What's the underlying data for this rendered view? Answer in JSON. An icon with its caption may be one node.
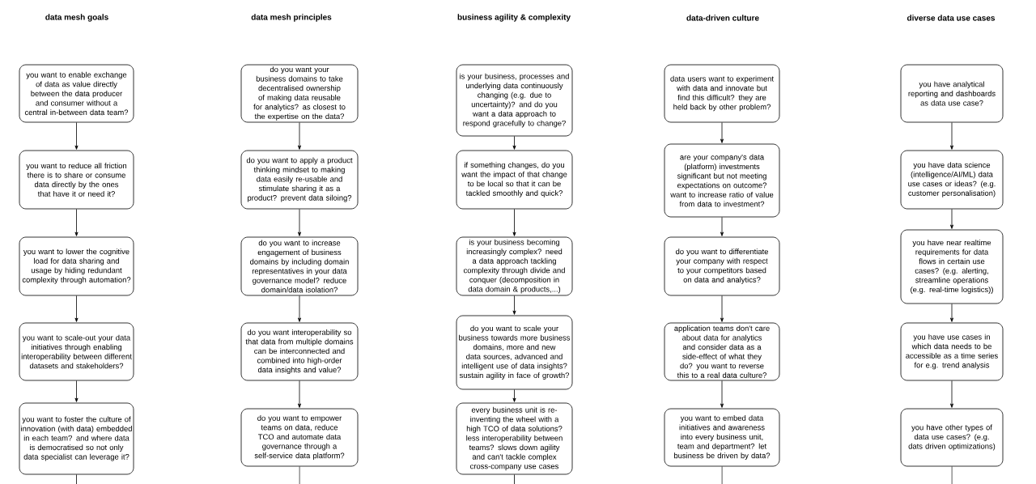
{
  "diagram": {
    "nodes": [
      {
        "text": [
          "you want to enable exchange of data as value directly between the data producer and consumer without a central in-between data team?"
        ]
      },
      {
        "text": [
          "you want to reduce all friction there is to share or consume data directly by the ones that have it or need it?"
        ]
      },
      {
        "text": [
          "you want to lower the cognitive load for data sharing and usage by hiding redundant complexity through automation?"
        ]
      },
      {
        "text": [
          "you want to scale-out your data initiatives through enabling interoperability between different datasets and stakeholders?"
        ]
      },
      {
        "text": [
          "you want to foster the culture of innovation (with data) embedded in each team? and where data is democratised so not only data specialist can leverage it?"
        ]
      },
      {
        "text": [
          "do you want your business domains to take decentralised ownership of making data reusable for analytics? as closest to the expertise on the data?"
        ]
      },
      {
        "text": [
          "do you want to apply a product thinking mindset to making data easily re-usable and stimulate sharing it as a product? prevent data siloing?"
        ]
      },
      {
        "text": [
          "do you want to  increase engagement of business domains by including domain representatives in your data governance model? reduce domain/data isolation?"
        ]
      },
      {
        "text": [
          "do you want interoperability so that data from multiple domains can be interconnected and combined into high-order data insights and value?"
        ]
      },
      {
        "text": [
          "do you want to empower teams on data, reduce TCO and automate data governance through a self-service data platform?"
        ]
      },
      {
        "text": [
          "is your business, processes and underlying data continuously changing (e.g. due to uncertainty)? and do you want a data approach  to respond gracefully to change?"
        ]
      },
      {
        "text": [
          "if something changes, do you want the impact of that change to be local so that it can be tackled smoothly and quick?"
        ]
      },
      {
        "text": [
          "is your business becoming increasingly complex? need a data approach tackling complexity through divide and conquer (decomposition in data domain & products,...)"
        ]
      },
      {
        "text": [
          "do you want to scale your business towards more business domains, more and new data sources, advanced and intelligent use of data insights? sustain agility in face of growth?"
        ]
      },
      {
        "text": [
          "every business unit is re-inventing the wheel with a high TCO of data solutions? less interoperability between teams? slows down agility and can't tackle complex cross-company use cases"
        ]
      },
      {
        "text": [
          "data users want to experiment with data and innovate but find this difficult? they are held back by other problem?"
        ]
      },
      {
        "text": [
          "are your company's data (platform) investments significant but not meeting expectations on outcome? want to increase ratio of value from data to investment?"
        ]
      },
      {
        "text": [
          "do you want to  differentiate your company with respect to your competitors based on data and analytics?"
        ]
      },
      {
        "text": [
          "application teams don't care about data for analytics and consider data as a side-effect of what they do? you want to reverse this to a real data culture?"
        ]
      },
      {
        "text": [
          "you want to embed data initiatives and awareness into every business unit, team and department? let business be driven by data?"
        ]
      },
      {
        "text": [
          "you have analytical reporting and dashboards as data use case?"
        ]
      },
      {
        "text": [
          "you have data science (intelligence/AI/ML) data use cases or ideas? (e.g. customer personalisation)"
        ]
      },
      {
        "text": [
          "you have near realtime requirements for data flows in certain use cases? (e.g. alerting, streamline operations (e.g. real-time logistics))"
        ]
      },
      {
        "text": [
          "you have use cases in which data needs to be accessible as a time series for e.g. trend analysis"
        ]
      },
      {
        "text": [
          "you have other types of data use cases? (e.g. dats driven optimizations)"
        ]
      }
    ],
    "edges": [
      {
        "from": 0,
        "to": 1,
        "arrow": "to"
      },
      {
        "from": 1,
        "to": 2,
        "arrow": "to"
      },
      {
        "from": 2,
        "to": 3,
        "arrow": "to"
      },
      {
        "from": 3,
        "to": 4,
        "arrow": "to"
      },
      {
        "from": 4,
        "to": null,
        "arrow": "none"
      },
      {
        "from": 5,
        "to": 6,
        "arrow": "to"
      },
      {
        "from": 6,
        "to": 7,
        "arrow": "to"
      },
      {
        "from": 7,
        "to": 8,
        "arrow": "to"
      },
      {
        "from": 8,
        "to": 9,
        "arrow": "to"
      },
      {
        "from": 9,
        "to": null,
        "arrow": "none"
      },
      {
        "from": 10,
        "to": 11,
        "arrow": "to"
      },
      {
        "from": 11,
        "to": 12,
        "arrow": "to"
      },
      {
        "from": 12,
        "to": 13,
        "arrow": "to"
      },
      {
        "from": 13,
        "to": 14,
        "arrow": "to"
      },
      {
        "from": 14,
        "to": null,
        "arrow": "none"
      },
      {
        "from": 15,
        "to": 16,
        "arrow": "to"
      },
      {
        "from": 16,
        "to": 17,
        "arrow": "to"
      },
      {
        "from": 17,
        "to": 18,
        "arrow": "to"
      },
      {
        "from": 18,
        "to": 19,
        "arrow": "to"
      },
      {
        "from": 19,
        "to": null,
        "arrow": "none"
      },
      {
        "from": 20,
        "to": 21,
        "arrow": "to"
      },
      {
        "from": 21,
        "to": 22,
        "arrow": "to"
      },
      {
        "from": 22,
        "to": 23,
        "arrow": "to"
      },
      {
        "from": 23,
        "to": 24,
        "arrow": "to"
      },
      {
        "from": 24,
        "to": null,
        "arrow": "none"
      }
    ],
    "labels": [
      "data mesh goals",
      "data mesh principles",
      "business agility & complexity",
      "data-driven culture",
      "diverse data use cases"
    ]
  }
}
